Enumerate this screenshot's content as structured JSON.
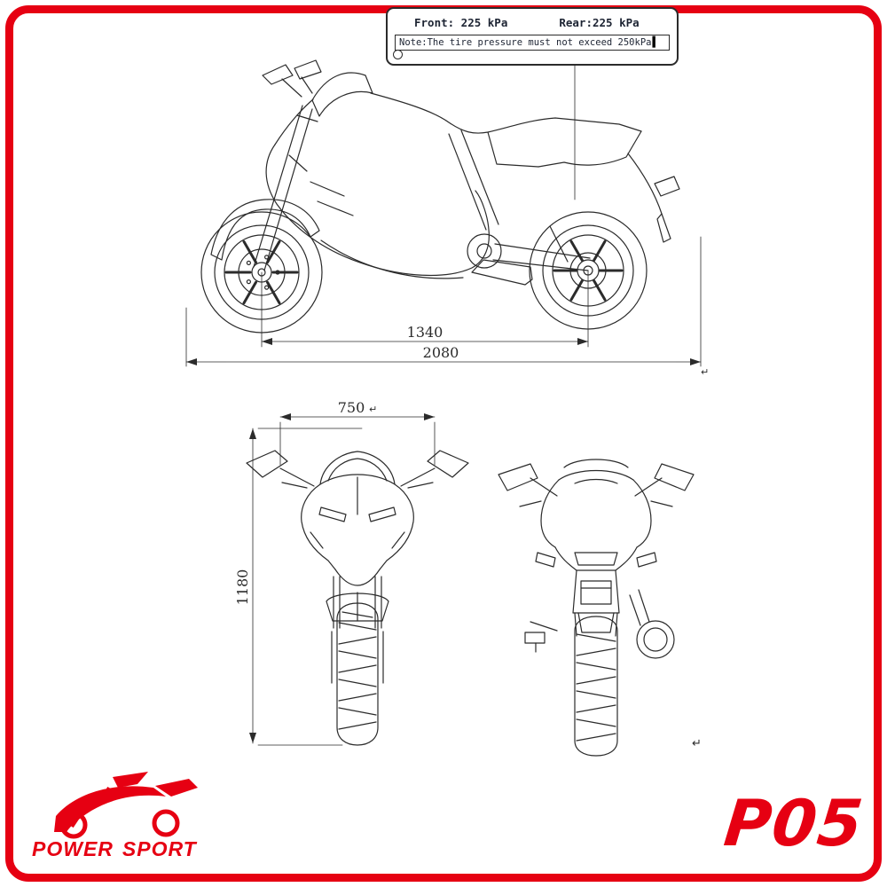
{
  "pressure_label": {
    "front": "Front: 225 kPa",
    "rear": "Rear:225 kPa",
    "note": "Note:The tire pressure must not exceed 250kPa",
    "cursor": "▌"
  },
  "dimensions": {
    "wheelbase": "1340",
    "overall_length": "2080",
    "handlebar_width": "750",
    "overall_height": "1180"
  },
  "artifacts": {
    "return_mark": "↵"
  },
  "branding": {
    "power": "POWER",
    "sport": "SPORT",
    "model_code": "P05"
  },
  "colors": {
    "accent_red": "#e60012",
    "line_color": "#2b2b2b"
  }
}
